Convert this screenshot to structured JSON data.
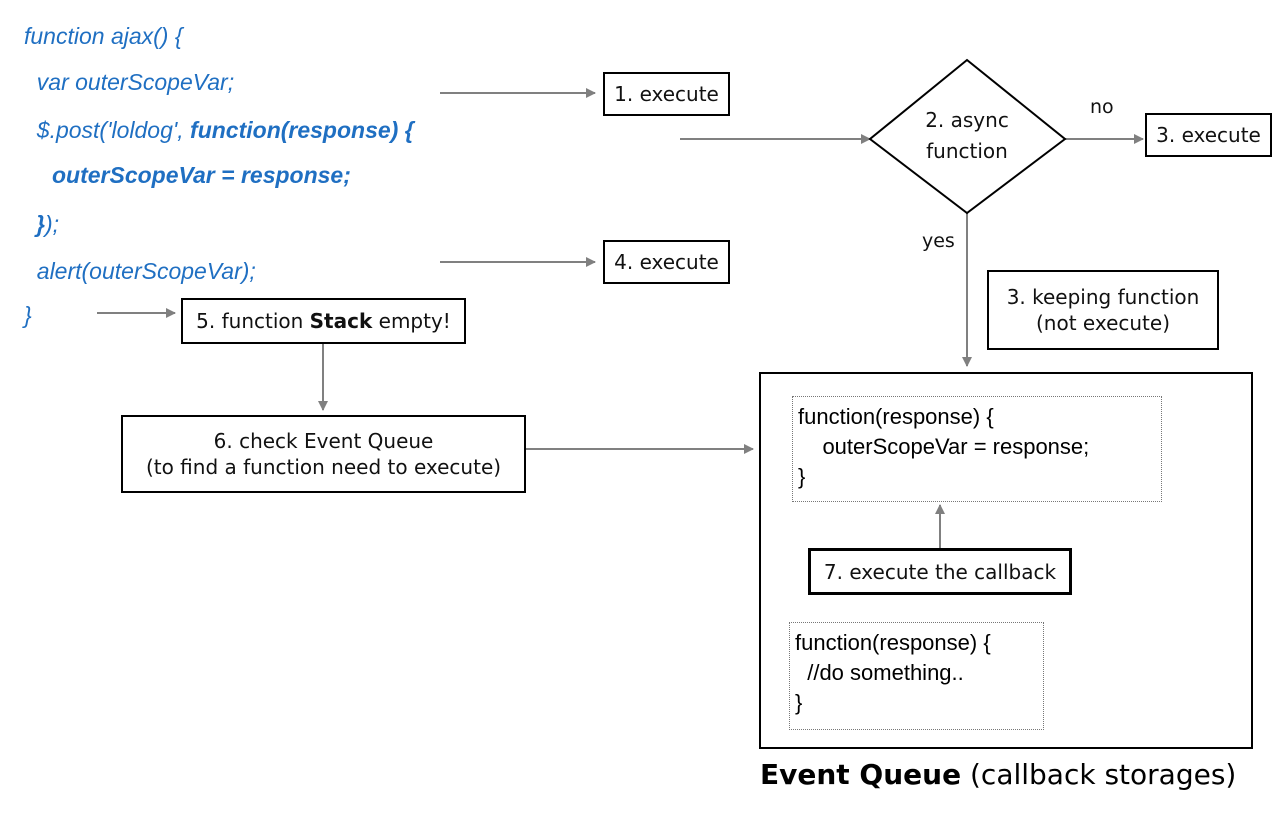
{
  "code_lines": [
    "function ajax() {",
    "  var outerScopeVar;",
    "  $.post('loldog', ",
    "function(response) {",
    "outerScopeVar = response;",
    "});",
    "  alert(outerScopeVar);",
    "}"
  ],
  "code_brace_bold": "}",
  "code_brace_rest": ");",
  "steps": {
    "s1": "1. execute",
    "s2_line1": "2. async",
    "s2_line2": "function",
    "s3_no": "3. execute",
    "s3_keep_line1": "3. keeping function",
    "s3_keep_line2": "(not execute)",
    "s4": "4. execute",
    "s5_pre": "5. function ",
    "s5_bold": "Stack",
    "s5_post": " empty!",
    "s6_line1": "6. check Event Queue",
    "s6_line2": "(to find a function need to execute)",
    "s7": "7. execute the callback"
  },
  "branch_labels": {
    "no": "no",
    "yes": "yes"
  },
  "queue": {
    "callback1": "function(response) {\n    outerScopeVar = response;\n}",
    "callback2": "function(response) {\n  //do something..\n}",
    "title_bold": "Event Queue",
    "title_rest": " (callback storages)"
  },
  "colors": {
    "code": "#1f6fc2",
    "arrow": "#808080",
    "border": "#000000"
  }
}
